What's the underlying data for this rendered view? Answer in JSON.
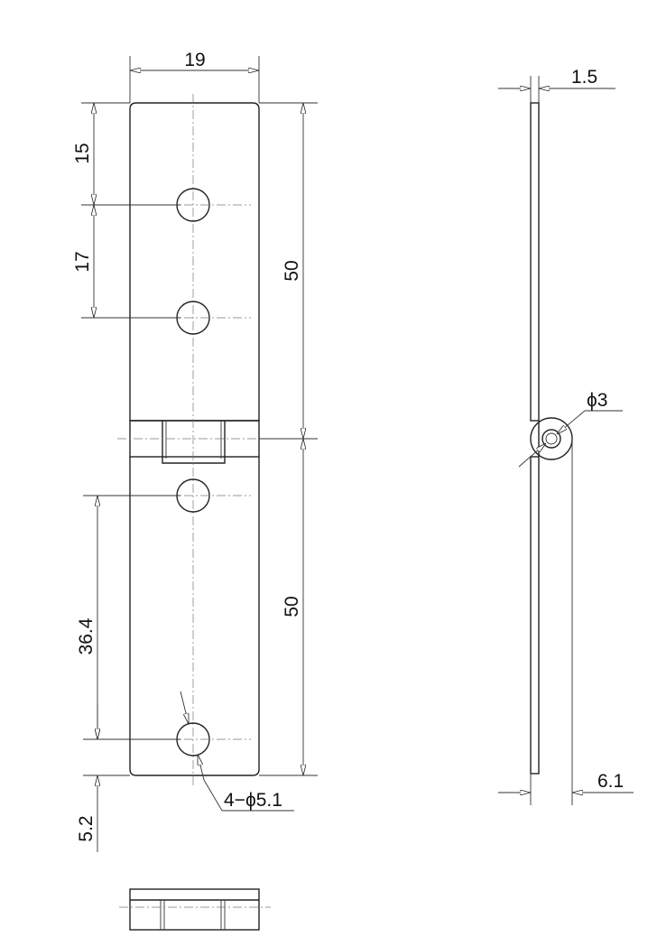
{
  "front_view": {
    "width_dim": "19",
    "top_hole_offset_dim": "15",
    "hole_pitch_dim": "17",
    "upper_leaf_length_dim": "50",
    "lower_leaf_length_dim": "50",
    "lower_hole_pitch_dim": "36.4",
    "bottom_hole_offset_dim": "5.2",
    "hole_callout": "4−ϕ5.1"
  },
  "side_view": {
    "thickness_dim": "1.5",
    "pin_diameter_dim": "ϕ3",
    "knuckle_width_dim": "6.1"
  }
}
